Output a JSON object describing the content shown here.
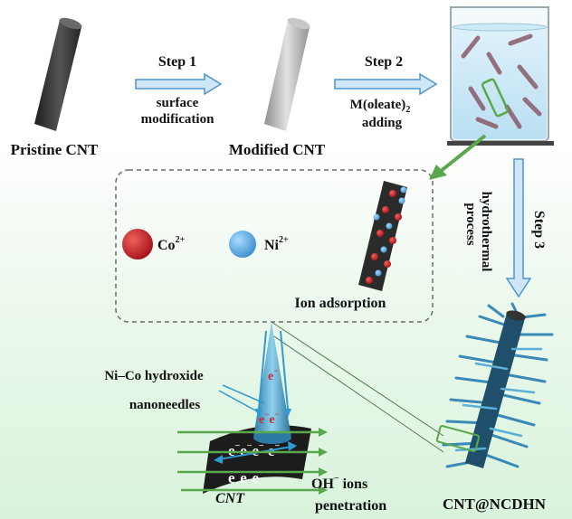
{
  "labels": {
    "pristine": "Pristine CNT",
    "modified": "Modified CNT",
    "final": "CNT@NCDHN",
    "cnt": "CNT",
    "ion_adsorption": "Ion adsorption",
    "co": "Co",
    "ni": "Ni",
    "charge": "2+"
  },
  "steps": {
    "step1": {
      "title": "Step 1",
      "line1": "surface",
      "line2": "modification"
    },
    "step2": {
      "title": "Step 2",
      "line1": "M(oleate)",
      "sub": "2",
      "line2": "adding"
    },
    "step3": {
      "title": "Step 3",
      "line1": "hydrothermal",
      "line2": "process"
    }
  },
  "inset": {
    "needles": "Ni–Co hydroxide",
    "needles2": "nanoneedles",
    "oh": "OH",
    "oh_minus": "−",
    "ions": "ions",
    "penetration": "penetration",
    "electron": "e",
    "minus": "−"
  },
  "colors": {
    "arrow_blue": "#5fa3dc",
    "green": "#5aa84c",
    "co_red": "#c0262a",
    "ni_blue": "#5aa9e6",
    "needle_blue": "#3a89b6"
  }
}
